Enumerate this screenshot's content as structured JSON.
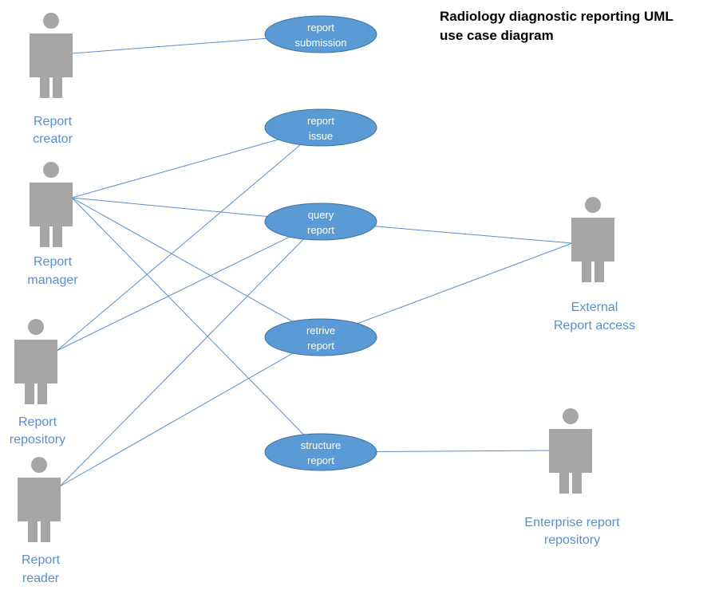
{
  "title": {
    "lines": [
      "Radiology diagnostic reporting UML",
      "use case diagram"
    ]
  },
  "colors": {
    "actor": "#a6a6a6",
    "actor_label": "#5b8ec9",
    "usecase_fill": "#5b9bd5",
    "line": "#5b8ec9"
  },
  "actors": [
    {
      "id": "report-creator",
      "label_lines": [
        "Report",
        "creator"
      ]
    },
    {
      "id": "report-manager",
      "label_lines": [
        "Report",
        "manager"
      ]
    },
    {
      "id": "report-repository",
      "label_lines": [
        "Report",
        "repository"
      ]
    },
    {
      "id": "report-reader",
      "label_lines": [
        "Report",
        "reader"
      ]
    },
    {
      "id": "external-report-access",
      "label_lines": [
        "External",
        "Report access"
      ]
    },
    {
      "id": "enterprise-report-repository",
      "label_lines": [
        "Enterprise report",
        "repository"
      ]
    }
  ],
  "use_cases": [
    {
      "id": "report-submission",
      "label_lines": [
        "report",
        "submission"
      ]
    },
    {
      "id": "report-issue",
      "label_lines": [
        "report",
        "issue"
      ]
    },
    {
      "id": "query-report",
      "label_lines": [
        "query",
        "report"
      ]
    },
    {
      "id": "retrive-report",
      "label_lines": [
        "retrive",
        "report"
      ]
    },
    {
      "id": "structure-report",
      "label_lines": [
        "structure",
        "report"
      ]
    }
  ],
  "associations": [
    {
      "actor": "report-creator",
      "use_case": "report-submission"
    },
    {
      "actor": "report-manager",
      "use_case": "report-issue"
    },
    {
      "actor": "report-manager",
      "use_case": "query-report"
    },
    {
      "actor": "report-manager",
      "use_case": "retrive-report"
    },
    {
      "actor": "report-manager",
      "use_case": "structure-report"
    },
    {
      "actor": "report-repository",
      "use_case": "report-issue"
    },
    {
      "actor": "report-repository",
      "use_case": "query-report"
    },
    {
      "actor": "report-reader",
      "use_case": "query-report"
    },
    {
      "actor": "report-reader",
      "use_case": "retrive-report"
    },
    {
      "actor": "external-report-access",
      "use_case": "query-report"
    },
    {
      "actor": "external-report-access",
      "use_case": "retrive-report"
    },
    {
      "actor": "enterprise-report-repository",
      "use_case": "structure-report"
    }
  ]
}
